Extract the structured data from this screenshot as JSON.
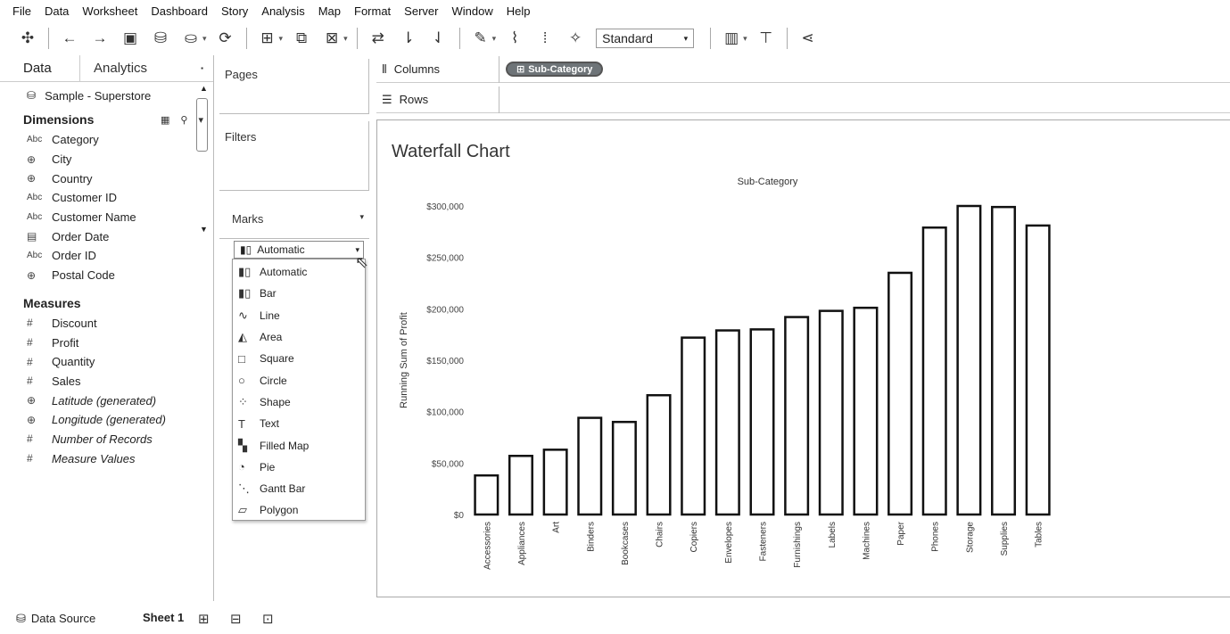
{
  "menu": [
    "File",
    "Data",
    "Worksheet",
    "Dashboard",
    "Story",
    "Analysis",
    "Map",
    "Format",
    "Server",
    "Window",
    "Help"
  ],
  "toolbar": {
    "fit_value": "Standard",
    "icons": [
      "tableau-logo-icon",
      "undo-icon",
      "redo-icon",
      "save-icon",
      "new-datasource-icon",
      "pause-icon",
      "new-worksheet-icon",
      "duplicate-icon",
      "clear-sheet-icon",
      "swap-icon",
      "sort-asc-icon",
      "sort-desc-icon",
      "highlight-icon",
      "group-icon",
      "labels-icon",
      "fix-axes-icon",
      "show-cards-icon",
      "presentation-icon",
      "share-icon"
    ]
  },
  "data_pane": {
    "tab_data": "Data",
    "tab_analytics": "Analytics",
    "datasource": "Sample - Superstore",
    "dimensions_header": "Dimensions",
    "dimensions": [
      {
        "icon": "Abc",
        "label": "Category"
      },
      {
        "icon": "globe",
        "label": "City"
      },
      {
        "icon": "globe",
        "label": "Country"
      },
      {
        "icon": "Abc",
        "label": "Customer ID"
      },
      {
        "icon": "Abc",
        "label": "Customer Name"
      },
      {
        "icon": "calendar",
        "label": "Order Date"
      },
      {
        "icon": "Abc",
        "label": "Order ID"
      },
      {
        "icon": "globe",
        "label": "Postal Code"
      }
    ],
    "measures_header": "Measures",
    "measures": [
      {
        "icon": "#",
        "label": "Discount",
        "italic": false
      },
      {
        "icon": "#",
        "label": "Profit",
        "italic": false
      },
      {
        "icon": "#",
        "label": "Quantity",
        "italic": false
      },
      {
        "icon": "#",
        "label": "Sales",
        "italic": false
      },
      {
        "icon": "globe",
        "label": "Latitude (generated)",
        "italic": true
      },
      {
        "icon": "globe",
        "label": "Longitude (generated)",
        "italic": true
      },
      {
        "icon": "#",
        "label": "Number of Records",
        "italic": true
      },
      {
        "icon": "#",
        "label": "Measure Values",
        "italic": true
      }
    ]
  },
  "cards": {
    "pages": "Pages",
    "filters": "Filters",
    "marks": "Marks",
    "mark_type_selected": "Automatic",
    "mark_options": [
      "Automatic",
      "Bar",
      "Line",
      "Area",
      "Square",
      "Circle",
      "Shape",
      "Text",
      "Filled Map",
      "Pie",
      "Gantt Bar",
      "Polygon"
    ]
  },
  "shelves": {
    "columns_label": "Columns",
    "rows_label": "Rows",
    "columns_pill": "Sub-Category"
  },
  "viz": {
    "title": "Waterfall Chart"
  },
  "chart_data": {
    "type": "bar",
    "title": "Waterfall Chart",
    "header": "Sub-Category",
    "ylabel": "Running Sum of Profit",
    "ylim": [
      0,
      300000
    ],
    "yticks": [
      0,
      50000,
      100000,
      150000,
      200000,
      250000,
      300000
    ],
    "ytick_labels": [
      "$0",
      "$50,000",
      "$100,000",
      "$150,000",
      "$200,000",
      "$250,000",
      "$300,000"
    ],
    "categories": [
      "Accessories",
      "Appliances",
      "Art",
      "Binders",
      "Bookcases",
      "Chairs",
      "Copiers",
      "Envelopes",
      "Fasteners",
      "Furnishings",
      "Labels",
      "Machines",
      "Paper",
      "Phones",
      "Storage",
      "Supplies",
      "Tables"
    ],
    "values": [
      38000,
      57000,
      63000,
      94000,
      90000,
      116000,
      172000,
      179000,
      180000,
      192000,
      198000,
      201000,
      235000,
      279000,
      300000,
      299000,
      281000
    ],
    "grid": false
  },
  "bottom": {
    "datasource_tab": "Data Source",
    "sheet_tab": "Sheet 1"
  }
}
